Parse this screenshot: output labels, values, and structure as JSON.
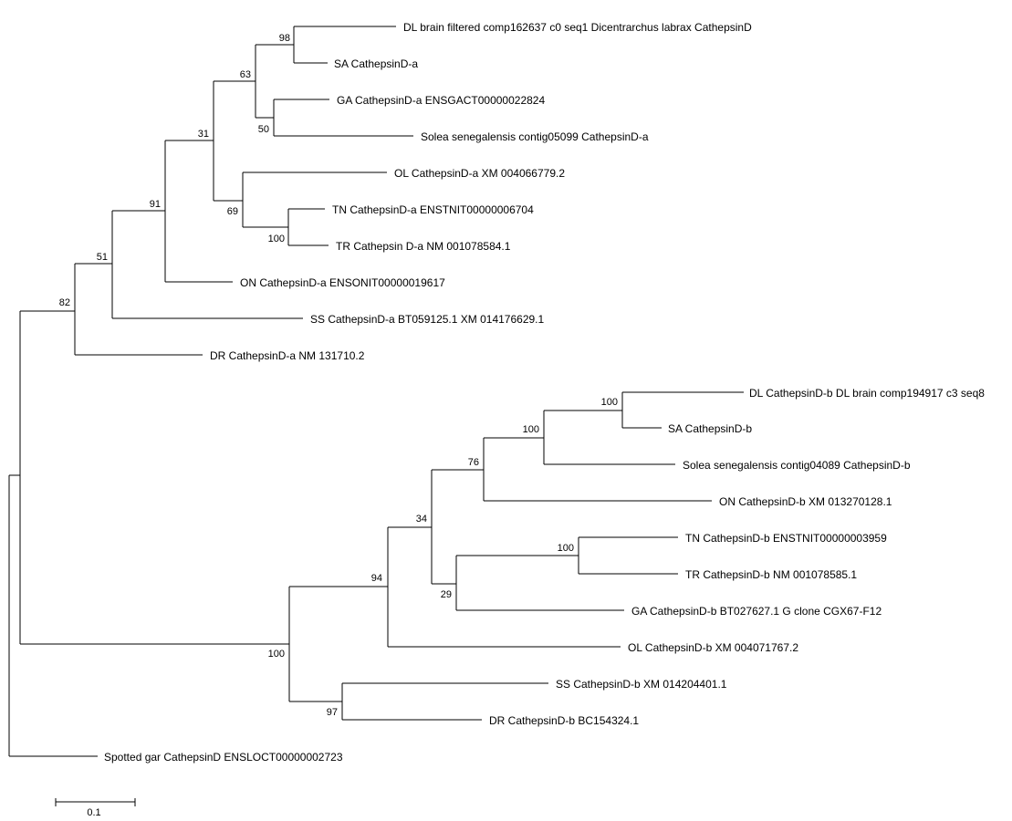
{
  "tree": {
    "taxa": {
      "dl_a": "DL brain filtered comp162637 c0 seq1 Dicentrarchus labrax CathepsinD",
      "sa_a": "SA CathepsinD-a",
      "ga_a": "GA CathepsinD-a ENSGACT00000022824",
      "solea_a": "Solea senegalensis contig05099 CathepsinD-a",
      "ol_a": "OL CathepsinD-a XM 004066779.2",
      "tn_a": "TN CathepsinD-a ENSTNIT00000006704",
      "tr_a": "TR Cathepsin D-a NM 001078584.1",
      "on_a": "ON CathepsinD-a ENSONIT00000019617",
      "ss_a": "SS CathepsinD-a BT059125.1 XM 014176629.1",
      "dr_a": "DR CathepsinD-a NM 131710.2",
      "dl_b": "DL CathepsinD-b DL brain comp194917 c3 seq8",
      "sa_b": "SA CathepsinD-b",
      "solea_b": "Solea senegalensis contig04089 CathepsinD-b",
      "on_b": "ON CathepsinD-b XM 013270128.1",
      "tn_b": "TN CathepsinD-b ENSTNIT00000003959",
      "tr_b": "TR CathepsinD-b NM 001078585.1",
      "ga_b": "GA CathepsinD-b BT027627.1 G clone CGX67-F12",
      "ol_b": "OL CathepsinD-b XM 004071767.2",
      "ss_b": "SS CathepsinD-b XM 014204401.1",
      "dr_b": "DR CathepsinD-b BC154324.1",
      "gar": "Spotted gar CathepsinD ENSLOCT00000002723"
    },
    "bootstrap": {
      "dl_sa_a": "98",
      "dlsa_gasolea_a": "63",
      "ga_solea_a": "50",
      "a_upper": "31",
      "ol_tntr_a": "69",
      "tn_tr_a": "100",
      "with_on_a": "91",
      "with_ss_a": "51",
      "with_dr_a": "82",
      "dl_sa_b": "100",
      "with_solea_b": "100",
      "with_on_b": "76",
      "with_tntrga_b": "34",
      "tn_tr_b": "100",
      "tntr_ga_b": "29",
      "with_ol_b": "94",
      "b_clade": "100",
      "ss_dr_b": "97"
    },
    "scale_bar": {
      "label": "0.1"
    }
  }
}
